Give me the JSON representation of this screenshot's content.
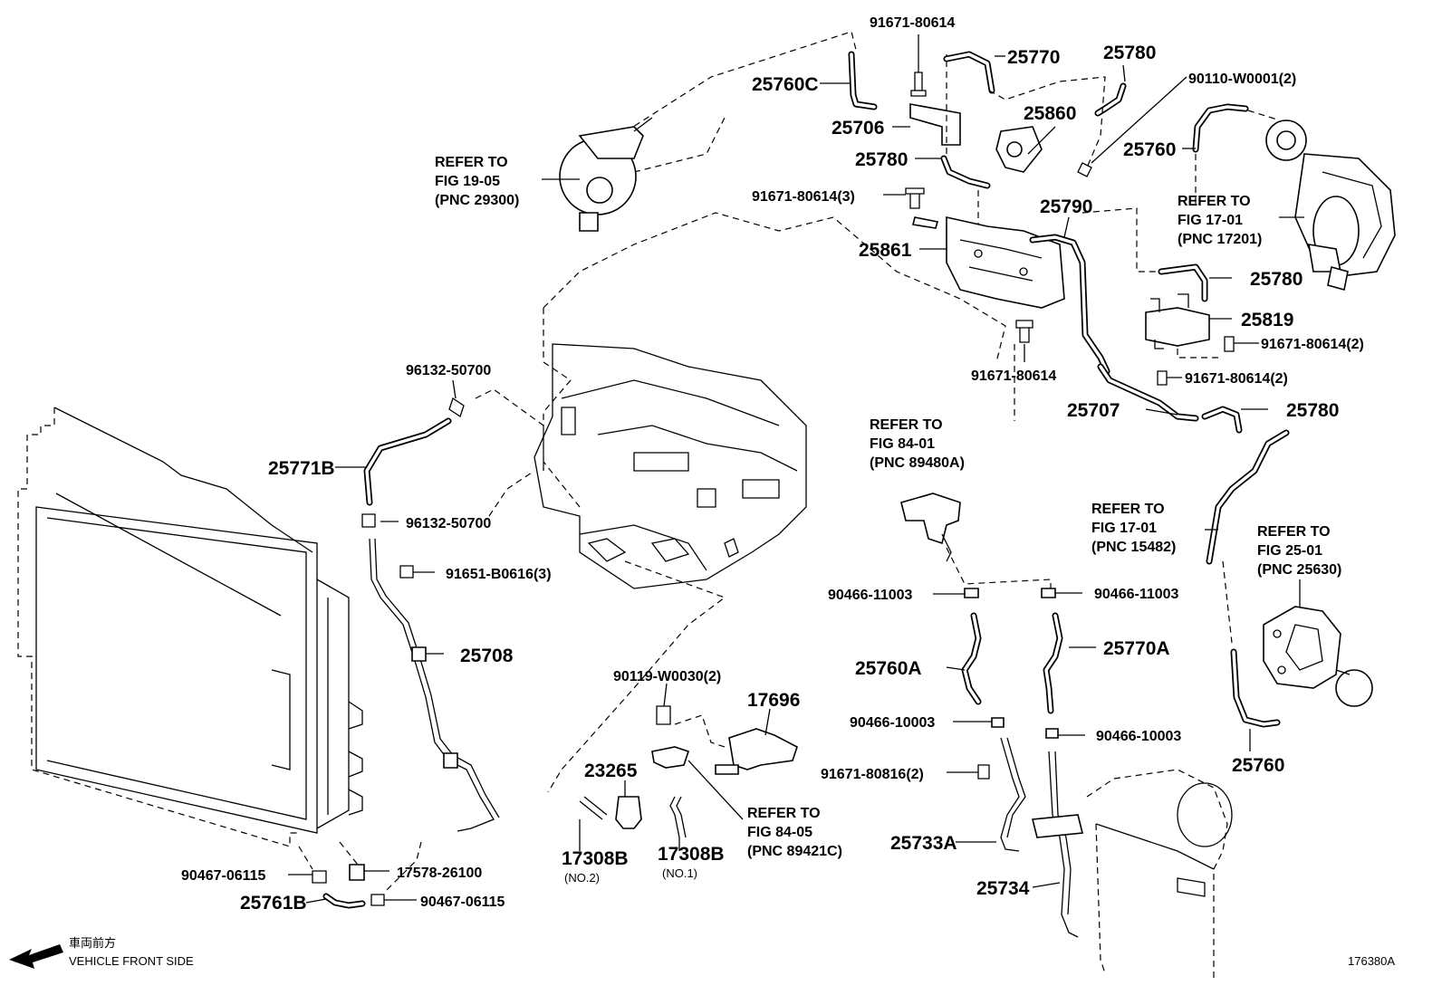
{
  "diagram": {
    "figure_id": "176380A",
    "front_side_kanji": "車両前方",
    "front_side_label": "VEHICLE FRONT SIDE",
    "labels": {
      "p91671_80614_top": "91671-80614",
      "p25770": "25770",
      "p25780_top": "25780",
      "p90110": "90110-W0001(2)",
      "p25760c": "25760C",
      "p25706": "25706",
      "p25860": "25860",
      "p25780_mid": "25780",
      "p25760_top": "25760",
      "refer_fig1905_a": "REFER TO",
      "refer_fig1905_b": "FIG 19-05",
      "refer_fig1905_c": "(PNC 29300)",
      "p91671_80614_3": "91671-80614(3)",
      "p25790": "25790",
      "refer_fig1701a_a": "REFER TO",
      "refer_fig1701a_b": "FIG 17-01",
      "refer_fig1701a_c": "(PNC 17201)",
      "p25861": "25861",
      "p25780_right": "25780",
      "p25819": "25819",
      "p91671_80614_2a": "91671-80614(2)",
      "p91671_80614_center": "91671-80614",
      "p91671_80614_2b": "91671-80614(2)",
      "p25707": "25707",
      "p25780_low": "25780",
      "p96132_top": "96132-50700",
      "refer_fig8401_a": "REFER TO",
      "refer_fig8401_b": "FIG 84-01",
      "refer_fig8401_c": "(PNC 89480A)",
      "p25771b": "25771B",
      "p96132_bottom": "96132-50700",
      "refer_fig1701b_a": "REFER TO",
      "refer_fig1701b_b": "FIG 17-01",
      "refer_fig1701b_c": "(PNC 15482)",
      "refer_fig2501_a": "REFER TO",
      "refer_fig2501_b": "FIG 25-01",
      "refer_fig2501_c": "(PNC 25630)",
      "p91651": "91651-B0616(3)",
      "p90466_11003_l": "90466-11003",
      "p90466_11003_r": "90466-11003",
      "p25708": "25708",
      "p25760a": "25760A",
      "p25770a": "25770A",
      "p90119": "90119-W0030(2)",
      "p17696": "17696",
      "p90466_10003_l": "90466-10003",
      "p90466_10003_r": "90466-10003",
      "p25760_bottom": "25760",
      "p23265": "23265",
      "p91671_80816": "91671-80816(2)",
      "refer_fig8405_a": "REFER TO",
      "refer_fig8405_b": "FIG 84-05",
      "refer_fig8405_c": "(PNC 89421C)",
      "p25733a": "25733A",
      "p17308b_no2": "17308B",
      "p17308b_no2_sub": "(NO.2)",
      "p17308b_no1": "17308B",
      "p17308b_no1_sub": "(NO.1)",
      "p90467_l": "90467-06115",
      "p17578": "17578-26100",
      "p25734": "25734",
      "p25761b": "25761B",
      "p90467_r": "90467-06115"
    }
  }
}
